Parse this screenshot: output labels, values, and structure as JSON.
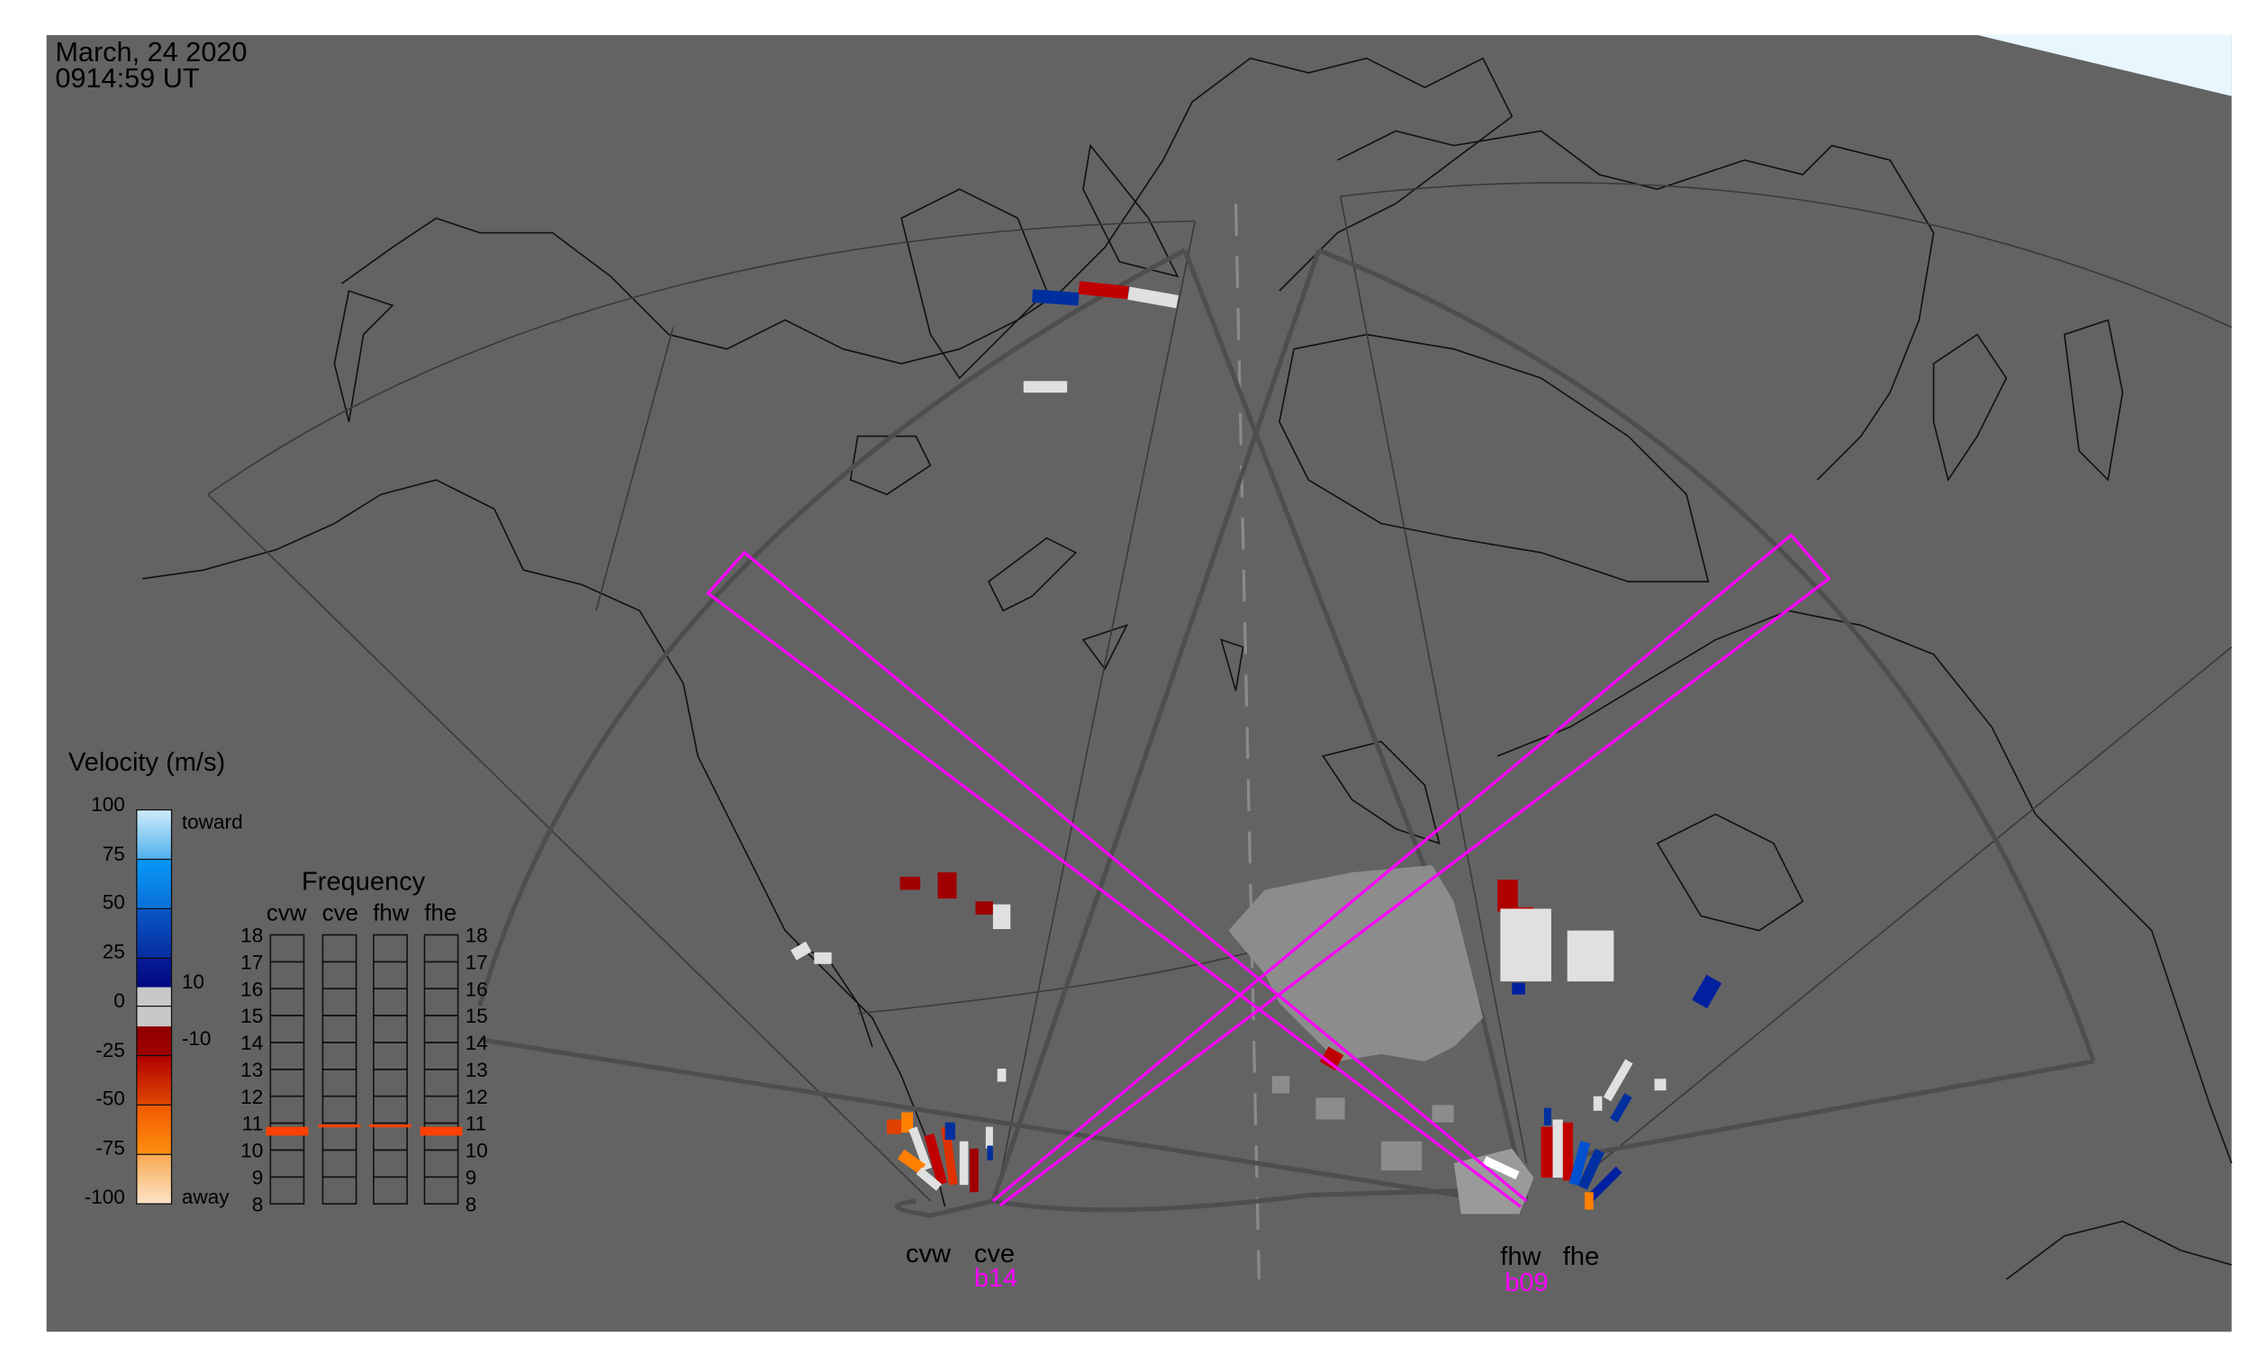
{
  "title": {
    "date": "March, 24 2020",
    "time": "0914:59 UT"
  },
  "velocity_legend": {
    "title": "Velocity (m/s)",
    "ticks": [
      "100",
      "75",
      "50",
      "25",
      "0",
      "-25",
      "-50",
      "-75",
      "-100"
    ],
    "side_labels": {
      "toward": "toward",
      "ten": "10",
      "minus_ten": "-10",
      "away": "away"
    },
    "colors": {
      "toward_light": "#5ab8f0",
      "toward_mid": "#0a80e8",
      "toward_dark": "#0838a8",
      "toward_darkest": "#000c88",
      "ground_scatter": "#c8c8c8",
      "away_dark": "#900000",
      "away_mid": "#d03000",
      "away_orange": "#ff8000",
      "away_light": "#fcd8b0"
    }
  },
  "frequency_panel": {
    "title": "Frequency",
    "radars": [
      "cvw",
      "cve",
      "fhw",
      "fhe"
    ],
    "ticks": [
      "18",
      "17",
      "16",
      "15",
      "14",
      "13",
      "12",
      "11",
      "10",
      "9",
      "8"
    ],
    "marker_color": "#ff4000",
    "frequencies_mhz": {
      "cvw": 10.7,
      "cve": 10.9,
      "fhw": 10.9,
      "fhe": 10.7
    }
  },
  "radar_labels": {
    "cvw": "cvw",
    "cve": "cve",
    "fhw": "fhw",
    "fhe": "fhe",
    "beam_cve": "b14",
    "beam_fhw": "b09"
  },
  "colors": {
    "background": "#636363",
    "beam": "#ff00ff",
    "fov": "#4e4e4e"
  }
}
